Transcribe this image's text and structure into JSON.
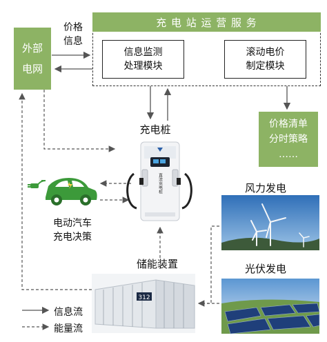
{
  "top_bar": {
    "label": "充 电 站 运 营 服 务"
  },
  "external_grid": {
    "label_line1": "外部",
    "label_line2": "电网"
  },
  "price_info": {
    "line1": "价格",
    "line2": "信息"
  },
  "info_module": {
    "line1": "信息监测",
    "line2": "处理模块"
  },
  "price_module": {
    "line1": "滚动电价",
    "line2": "制定模块"
  },
  "output_box": {
    "line1": "价格清单",
    "line2": "分时策略",
    "line3": "……"
  },
  "charger": {
    "label": "充电桩",
    "panel_text": "直流充电桩"
  },
  "ev": {
    "line1": "电动汽车",
    "line2": "充电决策"
  },
  "wind": {
    "label": "风力发电"
  },
  "solar": {
    "label": "光伏发电"
  },
  "storage": {
    "label": "储能装置",
    "unit_number": "312"
  },
  "legend": {
    "info_flow": "信息流",
    "energy_flow": "能量流"
  },
  "colors": {
    "green": "#8db364",
    "car": "#3c9a3a",
    "sky": "#2f6fb8",
    "arrow": "#555555"
  }
}
